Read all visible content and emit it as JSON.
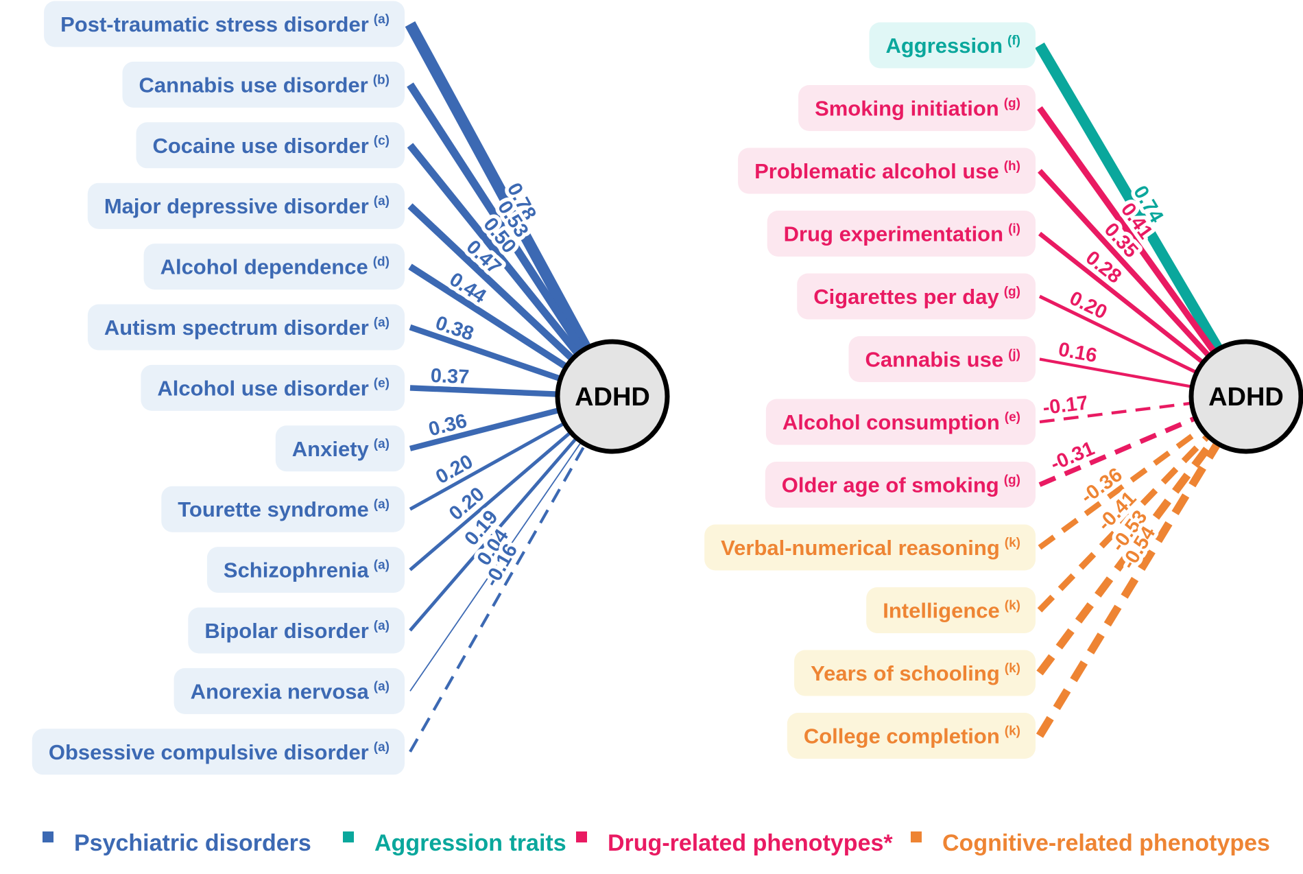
{
  "hub": {
    "label": "ADHD"
  },
  "left_panel": {
    "name": "Psychiatric disorders",
    "color": "#3C69B3",
    "box_bg": "#E9F1F9",
    "items": [
      {
        "label": "Post-traumatic stress disorder",
        "sup": "(a)",
        "value": "0.78"
      },
      {
        "label": "Cannabis use disorder",
        "sup": "(b)",
        "value": "0.53"
      },
      {
        "label": "Cocaine use disorder",
        "sup": "(c)",
        "value": "0.50"
      },
      {
        "label": "Major depressive disorder",
        "sup": "(a)",
        "value": "0.47"
      },
      {
        "label": "Alcohol dependence",
        "sup": "(d)",
        "value": "0.44"
      },
      {
        "label": "Autism spectrum disorder",
        "sup": "(a)",
        "value": "0.38"
      },
      {
        "label": "Alcohol use disorder",
        "sup": "(e)",
        "value": "0.37"
      },
      {
        "label": "Anxiety",
        "sup": "(a)",
        "value": "0.36"
      },
      {
        "label": "Tourette syndrome",
        "sup": "(a)",
        "value": "0.20"
      },
      {
        "label": "Schizophrenia",
        "sup": "(a)",
        "value": "0.20"
      },
      {
        "label": "Bipolar disorder",
        "sup": "(a)",
        "value": "0.19"
      },
      {
        "label": "Anorexia nervosa",
        "sup": "(a)",
        "value": "0.04"
      },
      {
        "label": "Obsessive compulsive disorder",
        "sup": "(a)",
        "value": "-0.16"
      }
    ]
  },
  "right_panel": {
    "groups": {
      "aggression": {
        "color": "#0AA79C",
        "box_bg": "#E0F7F6"
      },
      "drug": {
        "color": "#E91A62",
        "box_bg": "#FCE7EF"
      },
      "cognitive": {
        "color": "#EE8433",
        "box_bg": "#FCF5DB"
      }
    },
    "items": [
      {
        "label": "Aggression",
        "sup": "(f)",
        "value": "0.74",
        "group": "aggression"
      },
      {
        "label": "Smoking initiation",
        "sup": "(g)",
        "value": "0.41",
        "group": "drug"
      },
      {
        "label": "Problematic alcohol use",
        "sup": "(h)",
        "value": "0.35",
        "group": "drug"
      },
      {
        "label": "Drug experimentation",
        "sup": "(i)",
        "value": "0.28",
        "group": "drug"
      },
      {
        "label": "Cigarettes per day",
        "sup": "(g)",
        "value": "0.20",
        "group": "drug"
      },
      {
        "label": "Cannabis use",
        "sup": "(j)",
        "value": "0.16",
        "group": "drug"
      },
      {
        "label": "Alcohol consumption",
        "sup": "(e)",
        "value": "-0.17",
        "group": "drug"
      },
      {
        "label": "Older age of smoking",
        "sup": "(g)",
        "value": "-0.31",
        "group": "drug"
      },
      {
        "label": "Verbal-numerical reasoning",
        "sup": "(k)",
        "value": "-0.36",
        "group": "cognitive"
      },
      {
        "label": "Intelligence",
        "sup": "(k)",
        "value": "-0.41",
        "group": "cognitive"
      },
      {
        "label": "Years of schooling",
        "sup": "(k)",
        "value": "-0.53",
        "group": "cognitive"
      },
      {
        "label": "College completion",
        "sup": "(k)",
        "value": "-0.54",
        "group": "cognitive"
      }
    ]
  },
  "legend": {
    "items": [
      {
        "label": "Psychiatric disorders",
        "color": "#3C69B3"
      },
      {
        "label": "Aggression traits",
        "color": "#0AA79C"
      },
      {
        "label": "Drug-related phenotypes*",
        "color": "#E91A62"
      },
      {
        "label": "Cognitive-related phenotypes",
        "color": "#EE8433"
      }
    ]
  },
  "hub_style": {
    "fill": "#E4E4E4",
    "stroke": "#000000"
  }
}
